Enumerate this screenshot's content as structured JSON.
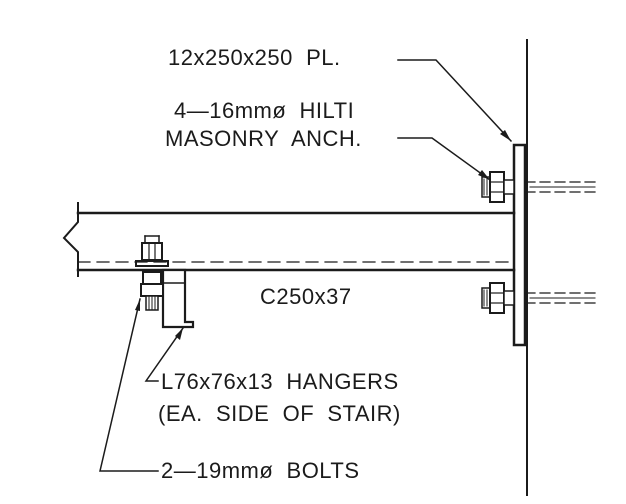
{
  "colors": {
    "ink": "#1b1b1b",
    "paper": "#ffffff"
  },
  "labels": {
    "plate": "12x250x250  PL.",
    "anchors_line1": "4—16mmø  HILTI",
    "anchors_line2": "MASONRY  ANCH.",
    "channel": "C250x37",
    "hangers_line1": "L76x76x13  HANGERS",
    "hangers_line2": "(EA.  SIDE  OF  STAIR)",
    "bolts": "2—19mmø  BOLTS"
  }
}
